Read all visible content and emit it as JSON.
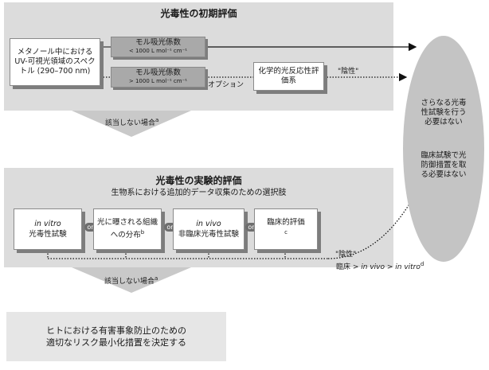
{
  "phase1": {
    "title": "光毒性の初期評価",
    "uv_box": "メタノール中における UV-可視光領域のスペクトル (290–700 nm)",
    "low_box": {
      "label": "モル吸光係数",
      "value": "< 1000 L mol⁻¹ cm⁻¹"
    },
    "high_box": {
      "label": "モル吸光係数",
      "value": "> 1000 L mol⁻¹ cm⁻¹"
    },
    "option_label": "オプション",
    "chem_box": "化学的光反応性評価系",
    "negative_label": "\"陰性\"",
    "not_applicable": "該当しない場合",
    "not_applicable_sup": "a"
  },
  "ellipse": {
    "text1": "さらなる光毒性試験を行う必要はない",
    "text2": "臨床試験で光防御措置を取る必要はない"
  },
  "phase2": {
    "title": "光毒性の実験的評価",
    "subtitle": "生物系における追加的データ収集のための選択肢",
    "or_label": "or",
    "box1": {
      "italic": "in vitro",
      "rest": "光毒性試験"
    },
    "box2": {
      "text": "光に曝される組織への分布",
      "sup": "b"
    },
    "box3": {
      "italic": "in vivo",
      "rest": "非臨床光毒性試験"
    },
    "box4": {
      "text": "臨床的評価",
      "sup": "c"
    },
    "negative_label": "\"陰性\"",
    "priority": {
      "pre": "臨床 > ",
      "mid": "in vivo",
      "sep": " > ",
      "end": "in vitro",
      "sup": "d"
    },
    "not_applicable": "該当しない場合",
    "not_applicable_sup": "a"
  },
  "bottom": {
    "line1": "ヒトにおける有害事象防止のための",
    "line2": "適切なリスク最小化措置を決定する"
  }
}
